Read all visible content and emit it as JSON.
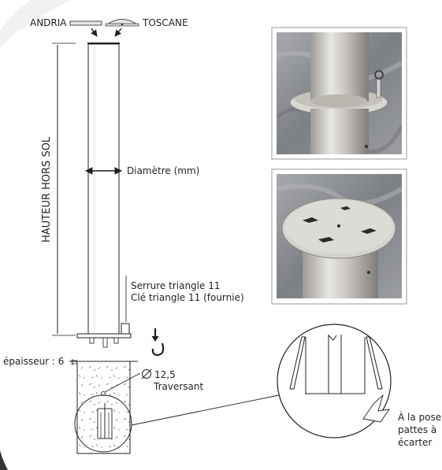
{
  "labels": {
    "andria": "ANDRIA",
    "toscane": "TOSCANE",
    "height": "HAUTEUR HORS SOL",
    "diameter": "Diamètre (mm)",
    "lock_line1": "Serrure triangle 11",
    "lock_line2": "Clé triangle 11 (fournie)",
    "thickness": "épaisseur : 6",
    "hole_size": "12,5",
    "hole_type": "Traversant",
    "tabs_line1": "À la pose,",
    "tabs_line2": "pattes à",
    "tabs_line3": "écarter"
  },
  "colors": {
    "line": "#231f20",
    "concrete": "#ffffff",
    "photo_bg": "#8d9094",
    "steel": "#c9c7c2"
  },
  "icons": {
    "diameter_symbol": "Ø",
    "hook": "hook-arrow-icon"
  }
}
